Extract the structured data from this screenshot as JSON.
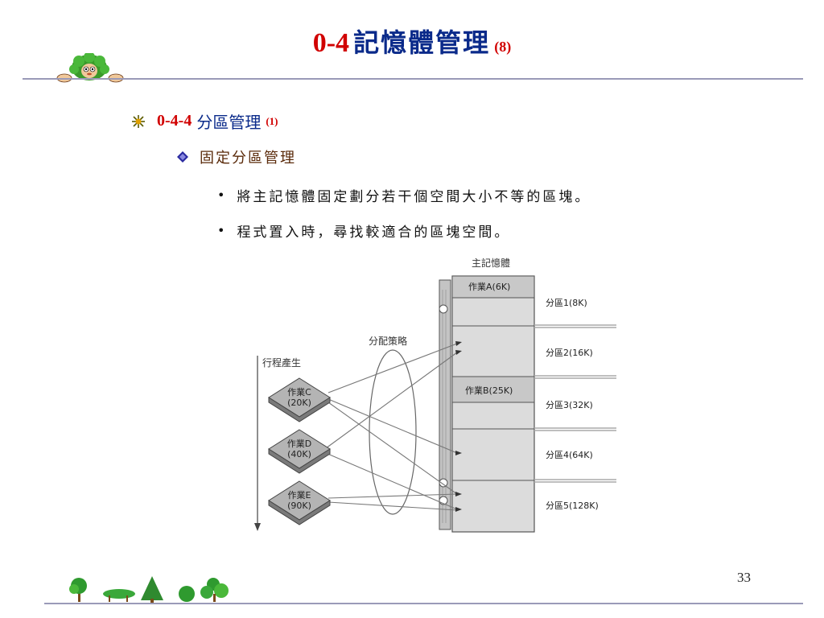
{
  "title": {
    "number": "0-4",
    "text": "記憶體管理",
    "sub": "(8)"
  },
  "outline": {
    "level1": {
      "number": "0-4-4",
      "text": "分區管理",
      "sub": "(1)"
    },
    "level2": {
      "text": "固定分區管理"
    },
    "level3": [
      {
        "bullet": "•",
        "text": "將主記憶體固定劃分若干個空間大小不等的區塊。"
      },
      {
        "bullet": "•",
        "text": "程式置入時，尋找較適合的區塊空間。"
      }
    ]
  },
  "diagram": {
    "memory_label": "主記憶體",
    "strategy_label": "分配策略",
    "process_label": "行程產生",
    "jobs_in_memory": [
      "作業A(6K)",
      "作業B(25K)"
    ],
    "partitions": [
      "分區1(8K)",
      "分區2(16K)",
      "分區3(32K)",
      "分區4(64K)",
      "分區5(128K)"
    ],
    "incoming_jobs": [
      {
        "name": "作業C",
        "size": "(20K)"
      },
      {
        "name": "作業D",
        "size": "(40K)"
      },
      {
        "name": "作業E",
        "size": "(90K)"
      }
    ]
  },
  "page_number": "33",
  "colors": {
    "title_red": "#d10000",
    "title_blue": "#0a2a8a",
    "level2_brown": "#5a2a0a",
    "rule": "#9a9ab8"
  }
}
